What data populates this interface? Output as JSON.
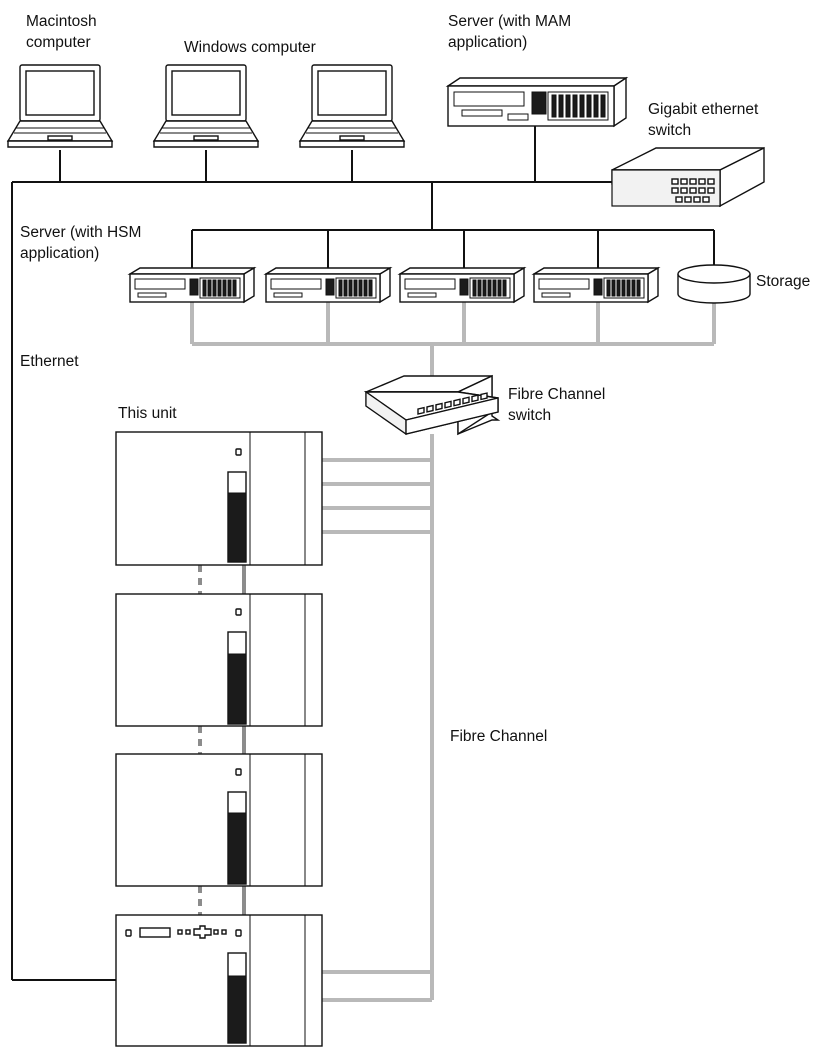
{
  "labels": {
    "mac_line1": "Macintosh",
    "mac_line2": "computer",
    "windows": "Windows computer",
    "mam_line1": "Server (with MAM",
    "mam_line2": "application)",
    "gige_line1": "Gigabit ethernet",
    "gige_line2": "switch",
    "hsm_line1": "Server (with HSM",
    "hsm_line2": "application)",
    "storage": "Storage",
    "ethernet": "Ethernet",
    "fc_switch_line1": "Fibre Channel",
    "fc_switch_line2": "switch",
    "this_unit": "This unit",
    "fibre_channel": "Fibre Channel"
  }
}
